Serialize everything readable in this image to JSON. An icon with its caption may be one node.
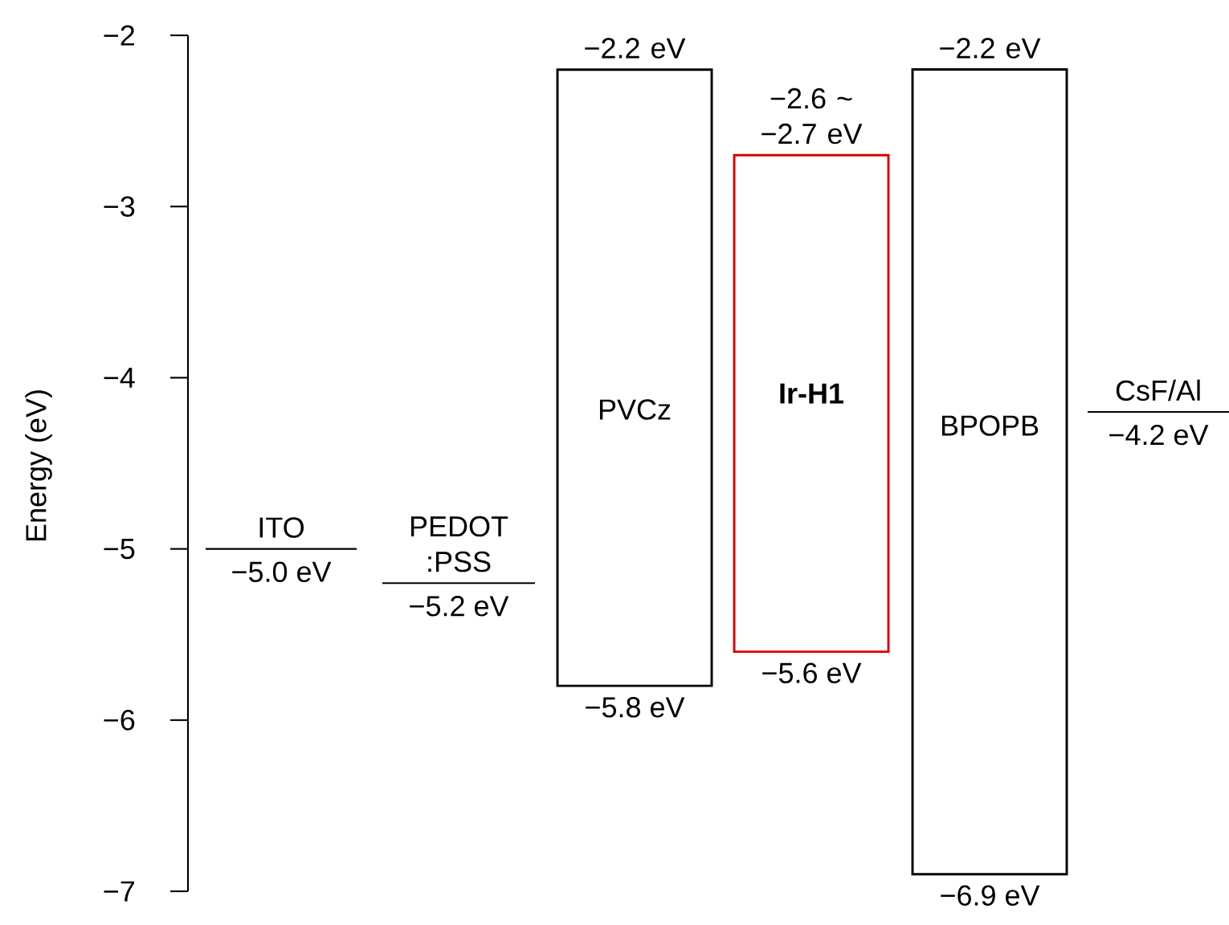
{
  "diagram": {
    "nodes": [
      {
        "text": [
          "ITO"
        ],
        "beside": [
          "−5.0 eV"
        ]
      },
      {
        "text": [
          "PEDOT :PSS"
        ],
        "beside": [
          "−5.2 eV"
        ]
      },
      {
        "text": [
          "PVCz"
        ],
        "beside": [
          "−2.2 eV",
          "−5.8 eV"
        ]
      },
      {
        "text": [
          "Ir-H1"
        ],
        "beside": [
          "−2.6 ~ −2.7 eV",
          "−5.6 eV"
        ]
      },
      {
        "text": [
          "BPOPB"
        ],
        "beside": [
          "−2.2 eV",
          "−6.9 eV"
        ]
      },
      {
        "text": [
          "CsF/Al"
        ],
        "beside": [
          "−4.2 eV"
        ]
      }
    ],
    "edges": [],
    "labels": [
      "Energy (eV)",
      "−2",
      "−3",
      "−4",
      "−5",
      "−6",
      "−7"
    ]
  }
}
